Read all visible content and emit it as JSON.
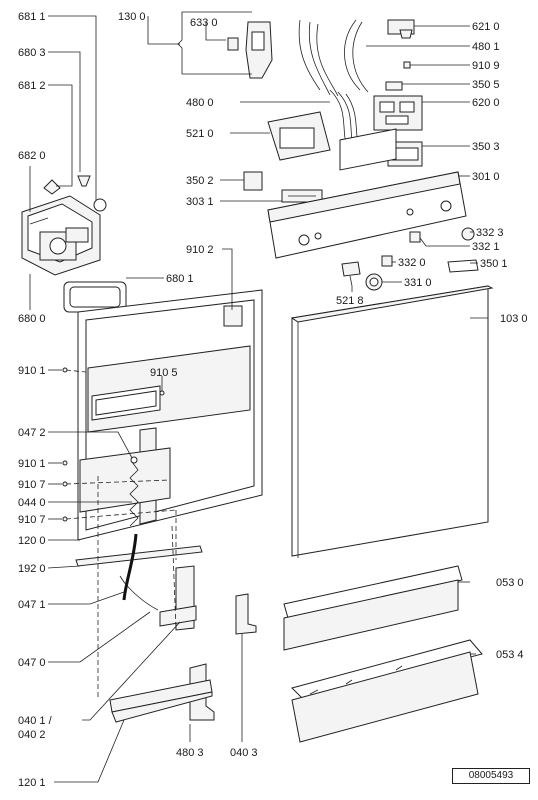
{
  "reference": "08005493",
  "labels": {
    "l6811": "681 1",
    "l1300": "130 0",
    "l6330": "633 0",
    "l6210": "621 0",
    "l6803": "680 3",
    "l4801": "480 1",
    "l9109": "910 9",
    "l6812": "681 2",
    "l3505": "350 5",
    "l4800": "480 0",
    "l6200": "620 0",
    "l5210": "521 0",
    "l6820": "682 0",
    "l3503": "350 3",
    "l3502": "350 2",
    "l3010": "301 0",
    "l3031": "303 1",
    "l3323": "332 3",
    "l9102": "910 2",
    "l3321": "332 1",
    "l3320": "332 0",
    "l3501": "350 1",
    "l6801": "680 1",
    "l3310": "331 0",
    "l5218": "521 8",
    "l6800": "680 0",
    "l1030": "103 0",
    "l9101a": "910 1",
    "l9105": "910 5",
    "l0472": "047 2",
    "l9101b": "910 1",
    "l9107a": "910 7",
    "l0440": "044 0",
    "l9107b": "910 7",
    "l1200": "120 0",
    "l1920": "192 0",
    "l0530": "053 0",
    "l0471": "047 1",
    "l0534": "053 4",
    "l0470": "047 0",
    "l0401": "040 1 /",
    "l0402": "040 2",
    "l1201": "120 1",
    "l4803": "480 3",
    "l0403": "040 3"
  }
}
